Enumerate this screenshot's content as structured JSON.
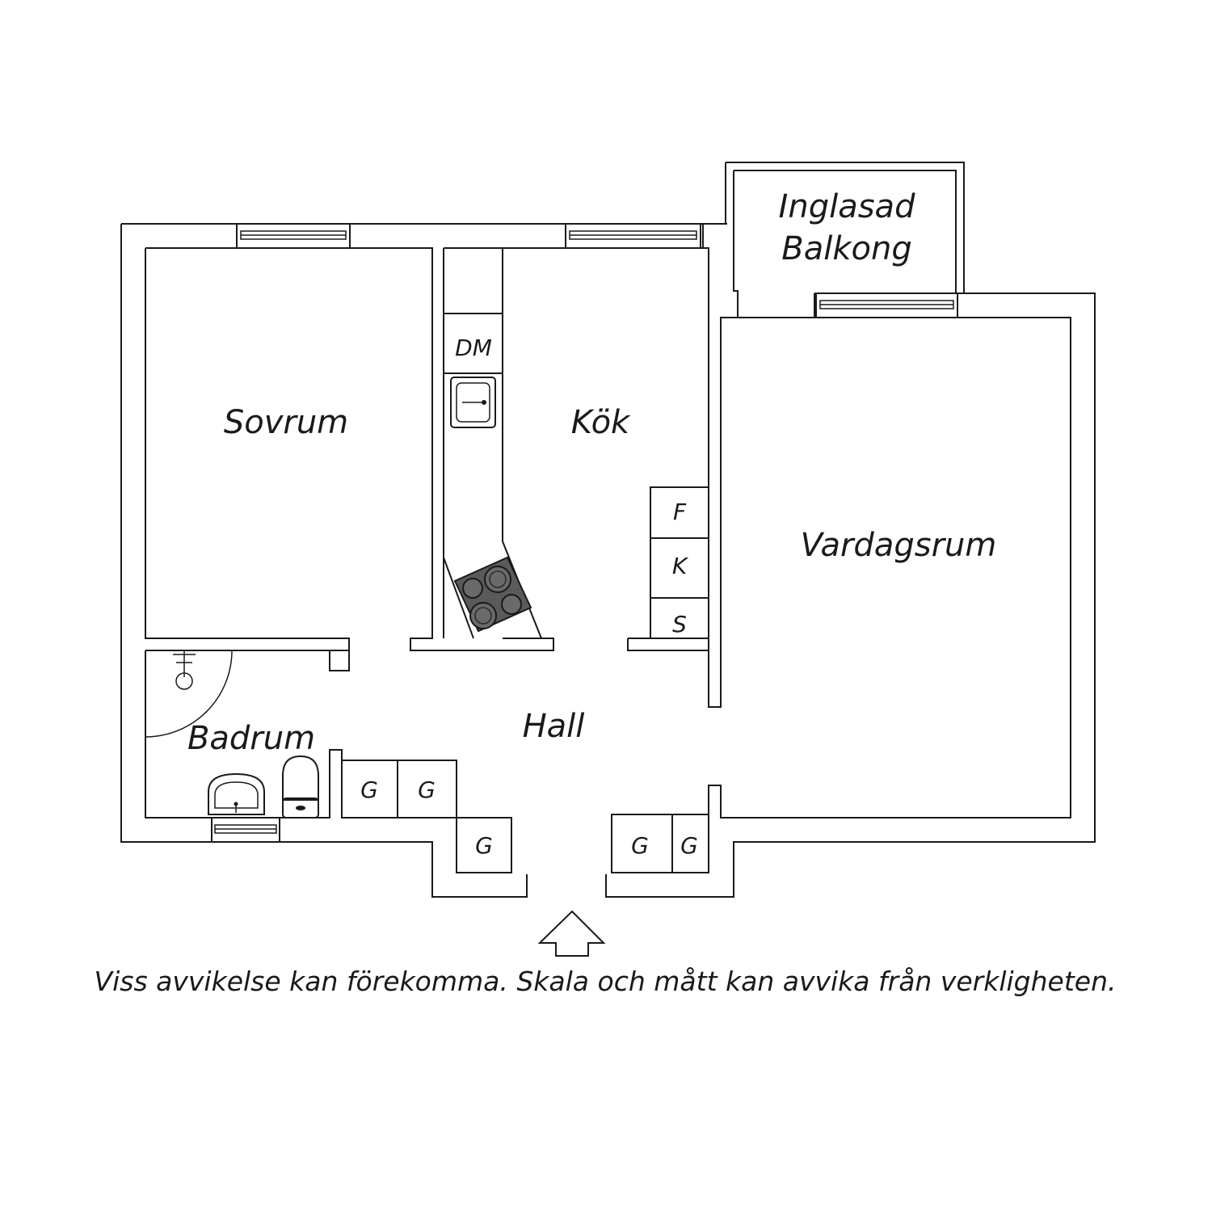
{
  "rooms": {
    "sovrum": "Sovrum",
    "kok": "Kök",
    "vardagsrum": "Vardagsrum",
    "balkong_line1": "Inglasad",
    "balkong_line2": "Balkong",
    "hall": "Hall",
    "badrum": "Badrum"
  },
  "fixtures": {
    "dishwasher": "DM",
    "fridge": "F",
    "freezer": "K",
    "storage": "S",
    "wardrobe": "G"
  },
  "disclaimer": "Viss avvikelse kan förekomma. Skala och mått kan avvika från verkligheten.",
  "colors": {
    "line": "#1a1a1a",
    "background": "#ffffff",
    "stove": "#5a5a5a"
  }
}
